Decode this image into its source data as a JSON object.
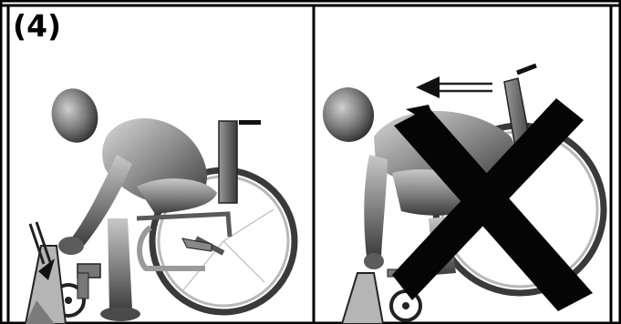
{
  "figure": {
    "step_label": "(4)",
    "panels": [
      {
        "id": "correct",
        "description_icon": "person-leaning-forward-wheelchair-icon",
        "marked_incorrect": false
      },
      {
        "id": "incorrect",
        "description_icon": "person-leaning-back-wheelchair-icon",
        "marked_incorrect": true
      }
    ],
    "colors": {
      "border": "#000000",
      "mark": "#000000",
      "figure_gray": "#8a8a8a"
    }
  }
}
